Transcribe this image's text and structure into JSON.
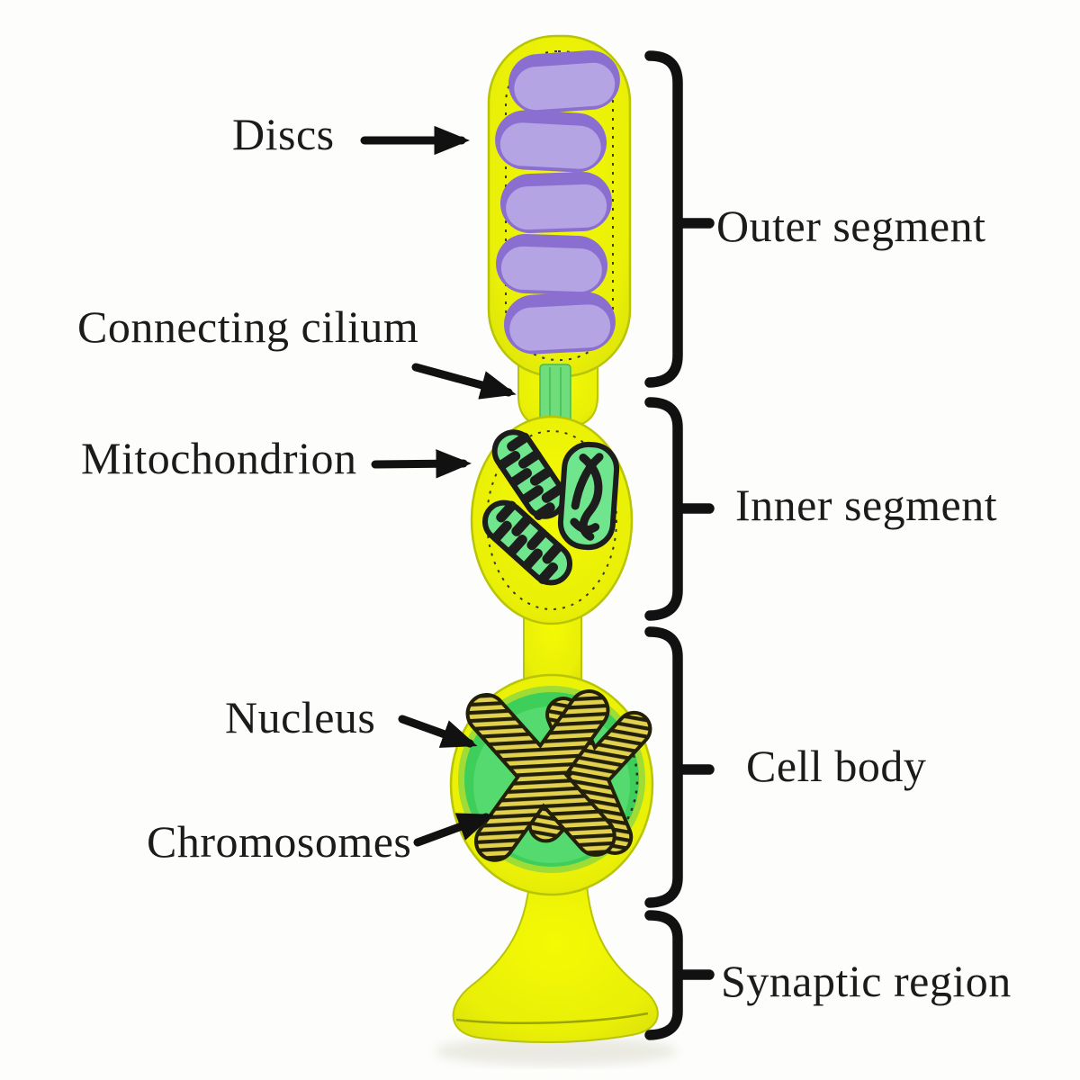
{
  "figure": {
    "description": "Paper craft model of a rod photoreceptor cell with labeled organelles and regions"
  },
  "part_labels": {
    "discs": "Discs",
    "connecting_cilium": "Connecting cilium",
    "mitochondrion": "Mitochondrion",
    "nucleus": "Nucleus",
    "chromosomes": "Chromosomes"
  },
  "region_labels": {
    "outer_segment": "Outer segment",
    "inner_segment": "Inner segment",
    "cell_body": "Cell body",
    "synaptic_region": "Synaptic region"
  },
  "colors": {
    "cell_yellow": "#e9ef06",
    "disc_band_purple": "#8a6fd1",
    "disc_fill_purple": "#b4a4e4",
    "cilium_green": "#70dd7d",
    "mitochondrion_green": "#6fe58d",
    "nucleus_green": "#3ecf5b",
    "nucleus_inner_green": "#55da70",
    "chromosome_stripe_yellow": "#e2d14d",
    "label_text": "#1b1b1b",
    "annotation_black": "#111111"
  }
}
